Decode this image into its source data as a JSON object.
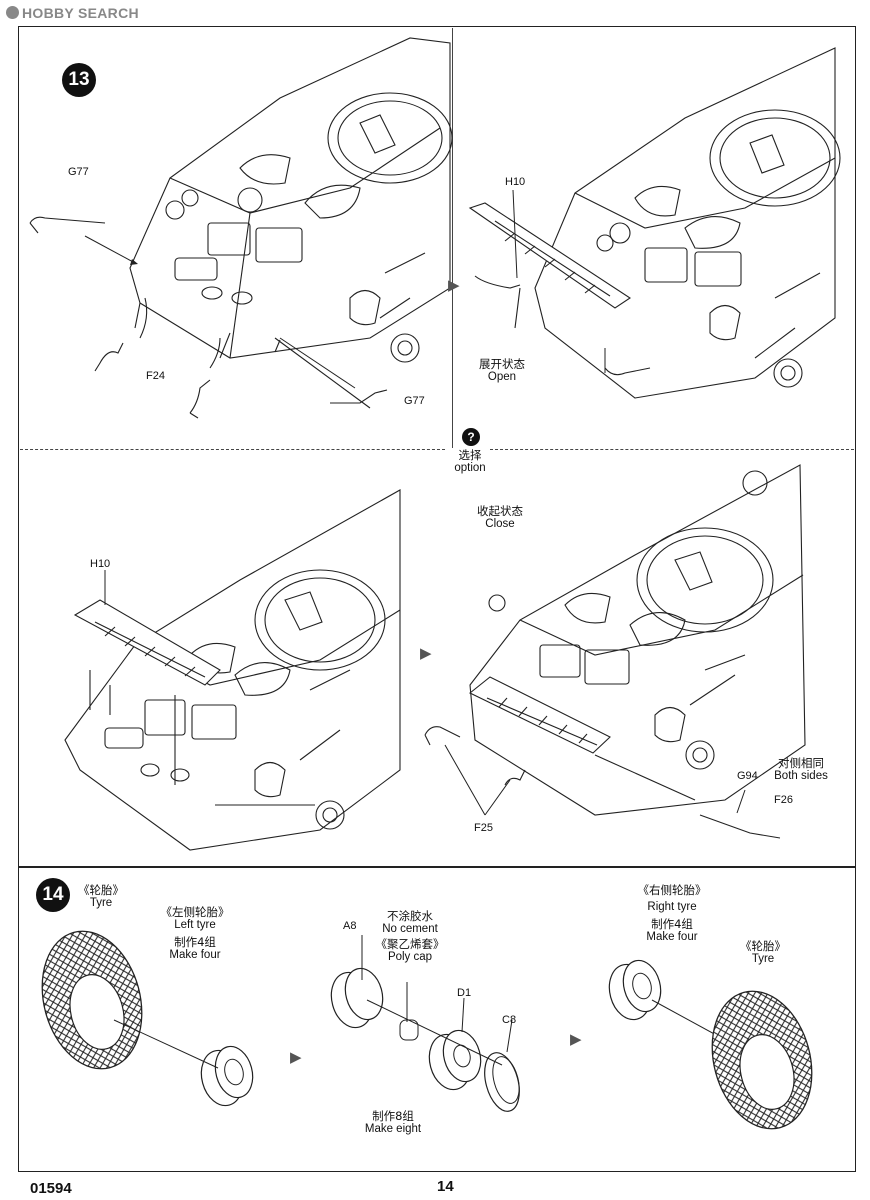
{
  "watermark": "HOBBY SEARCH",
  "steps": {
    "s13": {
      "number": "13"
    },
    "s14": {
      "number": "14"
    }
  },
  "step13_top_left": {
    "parts": {
      "g77_a": "G77",
      "f24": "F24",
      "g77_b": "G77"
    }
  },
  "step13_top_right": {
    "part": "H10",
    "state_zh": "展开状态",
    "state_en": "Open"
  },
  "option": {
    "icon": "?",
    "zh": "选择",
    "en": "option"
  },
  "step13_bottom_left": {
    "part": "H10"
  },
  "step13_bottom_right": {
    "state_zh": "收起状态",
    "state_en": "Close",
    "parts": {
      "f25": "F25",
      "g94": "G94",
      "f26": "F26"
    },
    "both_zh": "对侧相同",
    "both_en": "Both sides"
  },
  "step14": {
    "tyre_left_zh": "《轮胎》",
    "tyre_left_en": "Tyre",
    "left_tyre_zh": "《左侧轮胎》",
    "left_tyre_en": "Left  tyre",
    "make_four_zh": "制作4组",
    "make_four_en": "Make four",
    "a8": "A8",
    "no_cement_zh": "不涂胶水",
    "no_cement_en": "No cement",
    "poly_cap_zh": "《聚乙烯套》",
    "poly_cap_en": "Poly cap",
    "d1": "D1",
    "c8": "C8",
    "make_eight_zh": "制作8组",
    "make_eight_en": "Make eight",
    "right_tyre_zh": "《右侧轮胎》",
    "right_tyre_en": "Right tyre",
    "make_four_r_zh": "制作4组",
    "make_four_r_en": "Make four",
    "tyre_right_zh": "《轮胎》",
    "tyre_right_en": "Tyre"
  },
  "footer": {
    "code": "01594",
    "page": "14"
  }
}
